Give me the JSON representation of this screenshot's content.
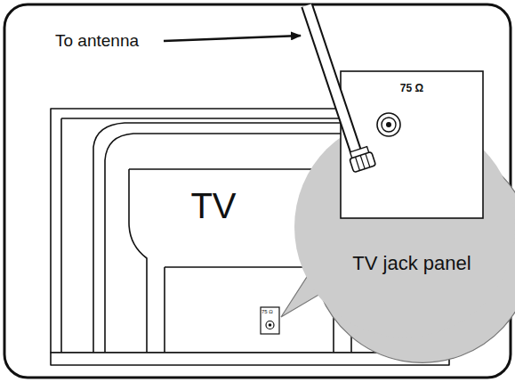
{
  "diagram": {
    "nodes": [
      {
        "text": [
          "TV"
        ]
      },
      {
        "text": [
          "75 Ω",
          "TV jack panel"
        ]
      }
    ],
    "labels": [
      "To antenna",
      "75 Ω"
    ]
  }
}
